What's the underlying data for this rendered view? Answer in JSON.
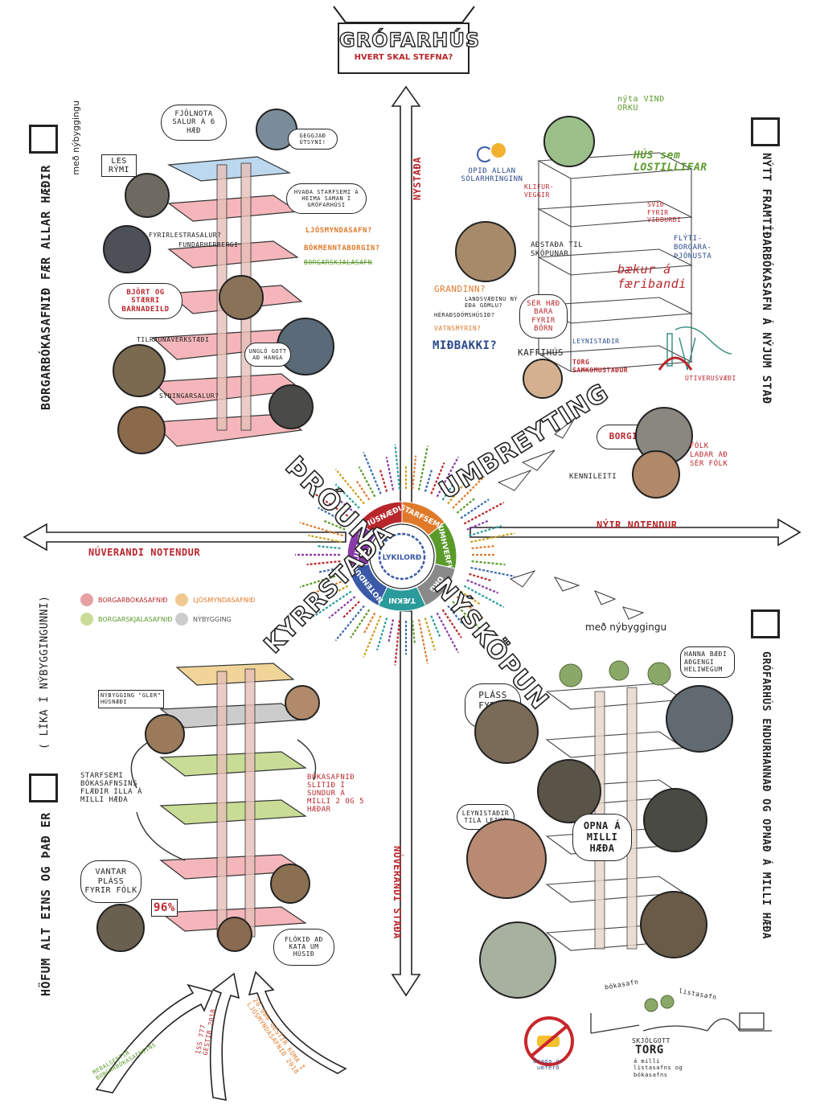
{
  "title": {
    "main": "GRÓFARHÚS",
    "sub": "HVERT SKAL STEFNA?"
  },
  "axes": {
    "top": "NÝSTAÐA",
    "bottom": "NÚVERANDI STAÐA",
    "left": "NÚVERANDI NOTENDUR",
    "right": "NÝIR NOTENDUR"
  },
  "quadrant_titles": {
    "top_left": "BORGARBÓKASAFNIÐ FÆR ALLAR HÆÐIR",
    "top_left_sub": "með nýbyggingu",
    "top_right": "NÝTT FRAMTÍÐARBÓKASAFN Á NÝJUM STAÐ",
    "bottom_left": "HÖFUM ALT EINS OG ÞAÐ ER",
    "bottom_left_sub": "( LÍKA Í NÝBYGGINGUNNI)",
    "bottom_right": "GRÓFARHÚS ENDURHANNAÐ OG OPNAÐ Á MILLI HÆÐA",
    "bottom_right_sub": "með nýbyggingu"
  },
  "big_words": {
    "nw": "ÞRÓUN",
    "ne": "UMBREYTING",
    "sw": "KYRRSTAÐA",
    "se": "NÝSKÖPUN"
  },
  "wheel": {
    "center": "LYKILORÐ",
    "segments": [
      "STARFSEMI",
      "UMHVERFI",
      "ORG",
      "TÆKNI",
      "NOTENDUR",
      "HLUTVERK",
      "HÚSNÆÐI"
    ]
  },
  "legend": [
    {
      "label": "BORGARBÓKASAFNIÐ",
      "color": "#e8a0a4"
    },
    {
      "label": "LJÓSMYNDASAFNIÐ",
      "color": "#f0c890"
    },
    {
      "label": "BORGARSKJALASAFNIÐ",
      "color": "#c8dc96"
    },
    {
      "label": "NÝBYGGING",
      "color": "#cccccc"
    }
  ],
  "tl_notes": {
    "bubble_top": "FJÖLNOTA SALUR Á 6 HÆÐ",
    "gegnum": "GEGGJAÐ ÚTSÝNI!",
    "les": "LES RÝMI",
    "hvada": "HVAÐA STARFSEMI Á HEIMA SAMAN Í GRÓFARHÚSI",
    "ljosmynda": "LJÓSMYNDASAFN?",
    "bokmennta": "BÓKMENNTABORGIN?",
    "borgarskjala": "BORGARSKJALASAFN",
    "fyrirlestra": "FYRIRLESTRASALUR?",
    "fundarherb": "FUNDARHERBERGI",
    "bjort": "BJÖRT OG STÆRRI BARNADEILD",
    "tilraunaverk": "TILRAUNAVERKSTÆÐI",
    "unglingar": "UNGLÓ GOTT AÐ HANGA",
    "syningarsalur": "SÝNINGARSALUR?"
  },
  "tr_notes": {
    "opid": "OPIÐ ALLAN SÓLARHRINGINN",
    "vindorka": "nýta VIND ORKU",
    "husvist": "HÚS sem LOSTILLIFAR",
    "kaffi_veggir": "KLIFUR-VEGGIR",
    "svid": "SVIÐ FYRIR VIÐBURÐI",
    "floti": "FLÝTI-BORGARA-ÞJÓNUSTA",
    "adstada": "AÐSTAÐA TIL SKÖPUNAR",
    "baekur": "bækur á færibandi",
    "grandinn": "GRANDINN?",
    "landsvaedin": "LANDSVÆÐINU NÝ EÐA GÖMLU?",
    "heradsdomsmalin": "HÉRAÐSDÓMSHÚSIÐ?",
    "vatnsmyrin": "VATNSMÝRIN?",
    "midbakki": "MIÐBAKKI?",
    "ser_haed": "SÉR HÆÐ BARA FYRIR BÖRN",
    "leynistadir": "LEYNISTAÐIR",
    "kaffihus": "KAFFIHÚS",
    "torg": "TORG SAMKOMUSTAÐUR",
    "utivera": "ÚTIVERUSVÆÐI",
    "borgir": "BORGIR",
    "kennileiti": "KENNILEITI",
    "folk": "FÓLK LAÐAR AÐ SÉR FÓLK"
  },
  "bl_notes": {
    "nybygging": "NÝBYGGING \"GLER\" HÚSNÆÐI",
    "starfsemi": "STARFSEMI BÓKASAFNSINS FLÆÐIR ILLA Á MILLI HÆÐA",
    "bokasafnid": "BÓKASAFNIÐ SLITIÐ Í SUNDUR Á MILLI 2 OG 5 HÆÐAR",
    "vantar": "VANTAR PLÁSS FYRIR FÓLK",
    "percent": "96%",
    "flokid": "FLÓKIÐ AÐ KATA UM HÚSIÐ",
    "gestir": "ISS 777 GESTIR 2018",
    "ljosmynd_gestir": "20.000 GESTIR KOMA Í LJÓSMYNDASAFNIÐ 2018",
    "medalgesta": "MEÐALGESTIR BORGARBÓKASAFNSINS"
  },
  "br_notes": {
    "plass": "PLÁSS FYRIR FÓLK",
    "hanna": "HANNA BÆÐI AÐGENGI HELIWEGUM",
    "leynistadir": "LEYNISTAÐIR TILA LEIKA",
    "opna": "OPNA Á MILLI HÆÐA",
    "skjolgott": "SKJÓLGOTT",
    "torg": "TORG",
    "torg_sub": "á milli listasafns og bókasafns",
    "listasafn": "listasafn",
    "bokasafn": "bókasafn",
    "draga": "draga úr umferð"
  }
}
